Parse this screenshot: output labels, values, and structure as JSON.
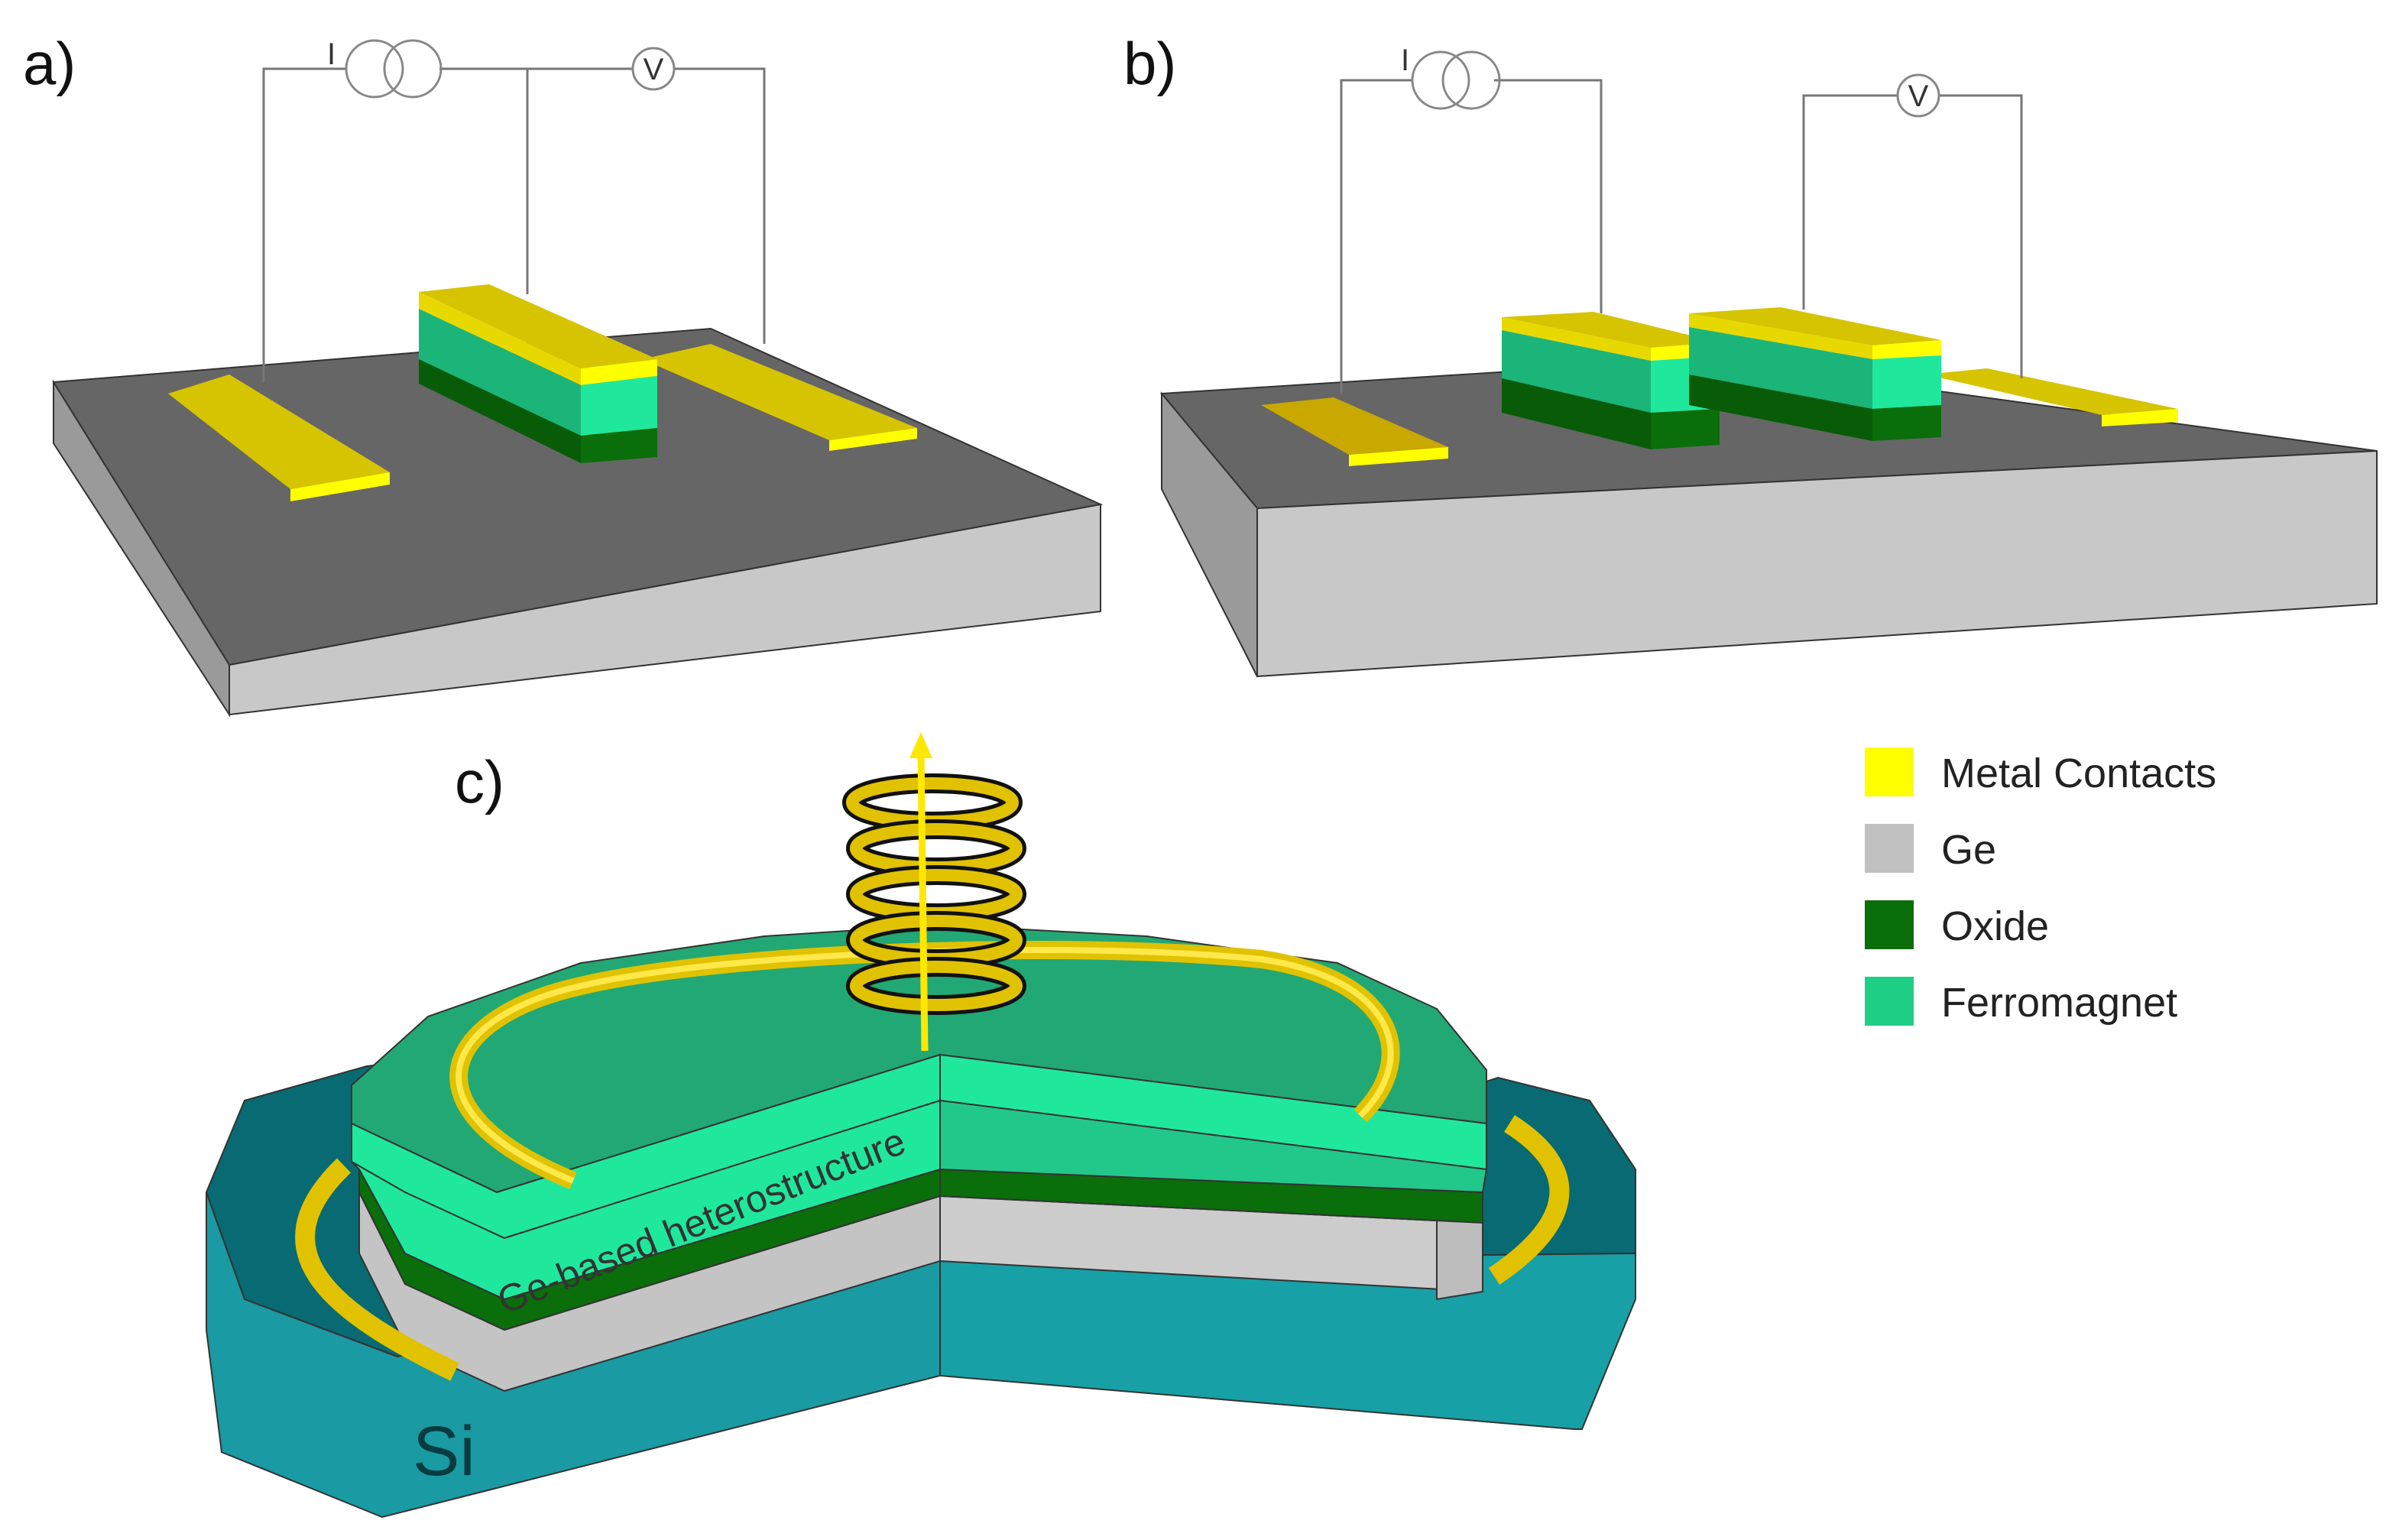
{
  "panels": {
    "a": {
      "label": "a)",
      "current_source": "I",
      "voltmeter": "V"
    },
    "b": {
      "label": "b)",
      "current_source": "I",
      "voltmeter": "V"
    },
    "c": {
      "label": "c)",
      "heterostructure_label": "Ge-based heterostructure",
      "substrate_label": "Si"
    }
  },
  "legend": {
    "items": [
      {
        "label": "Metal Contacts",
        "color": "#ffff00"
      },
      {
        "label": "Ge",
        "color": "#c0c0c0"
      },
      {
        "label": "Oxide",
        "color": "#0a6e0a"
      },
      {
        "label": "Ferromagnet",
        "color": "#1fce85"
      }
    ]
  },
  "colors": {
    "substrate_top": "#666666",
    "substrate_side": "#c8c8c8",
    "metal_top": "#d6c400",
    "metal_edge": "#ffff00",
    "ferromagnet_top": "#22a874",
    "ferromagnet_side": "#1fe89c",
    "oxide": "#0a6e0a",
    "si_top": "#086a72",
    "si_side": "#1a9aa3",
    "ge_side": "#c4c4c4"
  }
}
